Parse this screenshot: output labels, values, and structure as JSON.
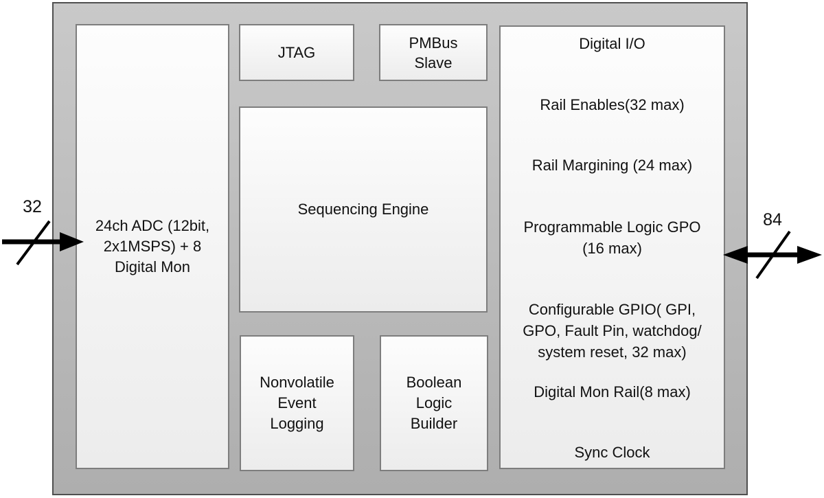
{
  "colors": {
    "outer-fill-top": "#c9c9c9",
    "outer-fill-bottom": "#aeaeae",
    "outer-border": "#4f4f4f",
    "block-fill-top": "#fdfdfd",
    "block-fill-bottom": "#ececec",
    "block-border": "#7d7d7d",
    "text": "#111111",
    "arrow": "#000000",
    "page-bg": "#ffffff"
  },
  "blocks": {
    "adc": {
      "text": "24ch ADC  (12bit,\n2x1MSPS) + 8\nDigital Mon"
    },
    "jtag": {
      "label": "JTAG"
    },
    "pmbus": {
      "text": "PMBus\nSlave"
    },
    "sequencing": {
      "label": "Sequencing Engine"
    },
    "nonvolatile_logging": {
      "text": "Nonvolatile\nEvent\nLogging"
    },
    "boolean_logic": {
      "text": "Boolean\nLogic\nBuilder"
    },
    "digital_io": {
      "title": "Digital I/O",
      "items": [
        "Rail Enables(32 max)",
        "Rail Margining (24 max)",
        "Programmable Logic  GPO\n(16 max)",
        "Configurable GPIO( GPI,\nGPO, Fault Pin, watchdog/\nsystem reset,  32 max)",
        "Digital Mon Rail(8 max)",
        "Sync Clock"
      ]
    }
  },
  "buses": {
    "left": {
      "width_label": "32",
      "direction": "input"
    },
    "right": {
      "width_label": "84",
      "direction": "bidirectional"
    }
  }
}
